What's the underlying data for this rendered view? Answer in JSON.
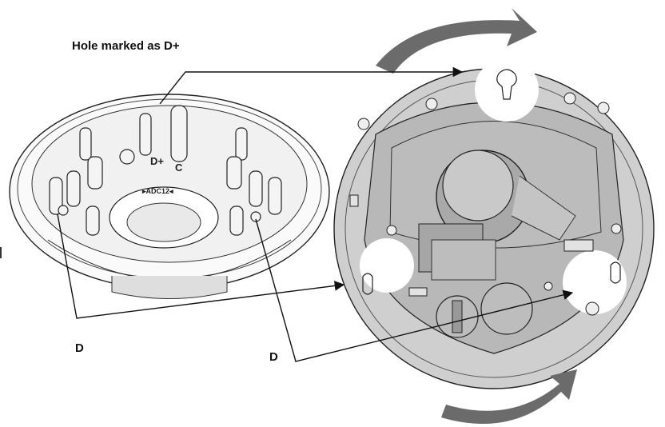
{
  "labels": {
    "hole": "Hole marked as D+",
    "d_left": "D",
    "d_right": "D",
    "post_dplus": "D+",
    "post_c": "C",
    "ring_mark": "▸ADC12◂"
  },
  "colors": {
    "arrow": "#6b6b6b",
    "housing_outer": "#cfcfcf",
    "housing_inner": "#b8b8b8",
    "highlight": "#ffffff",
    "line": "#111111"
  }
}
